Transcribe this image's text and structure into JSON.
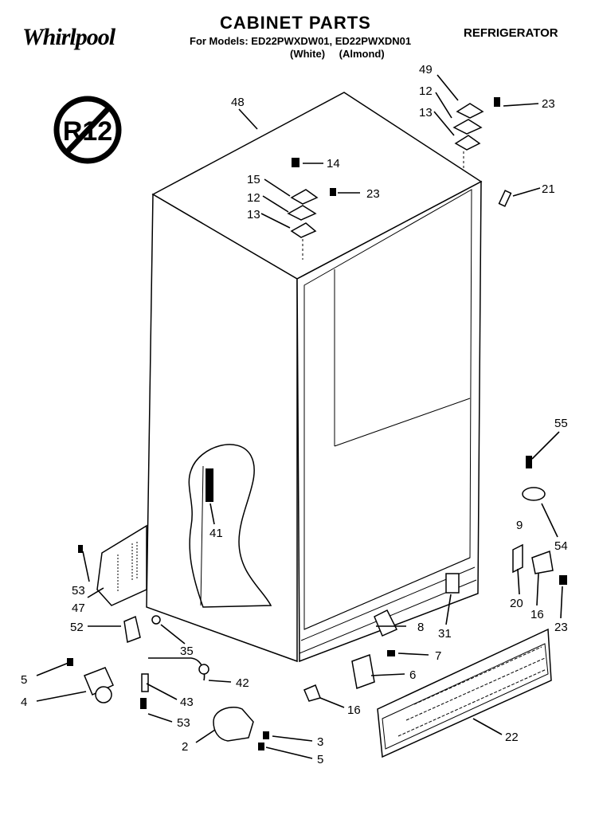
{
  "header": {
    "brand": "Whirlpool",
    "title": "CABINET PARTS",
    "models": "For Models: ED22PWXDW01, ED22PWXDN01",
    "variants": "(White)   (Almond)",
    "product": "REFRIGERATOR"
  },
  "badge": {
    "text": "R12"
  },
  "callouts": {
    "c48": "48",
    "c49": "49",
    "c12a": "12",
    "c13a": "13",
    "c23a": "23",
    "c14": "14",
    "c15": "15",
    "c12b": "12",
    "c13b": "13",
    "c23b": "23",
    "c21": "21",
    "c55": "55",
    "c54": "54",
    "c9": "9",
    "c41": "41",
    "c53a": "53",
    "c47": "47",
    "c52": "52",
    "c35": "35",
    "c20": "20",
    "c16a": "16",
    "c23c": "23",
    "c8": "8",
    "c31": "31",
    "c7": "7",
    "c6": "6",
    "c5a": "5",
    "c4": "4",
    "c42": "42",
    "c43": "43",
    "c53b": "53",
    "c16b": "16",
    "c22": "22",
    "c3": "3",
    "c2": "2",
    "c5b": "5"
  }
}
